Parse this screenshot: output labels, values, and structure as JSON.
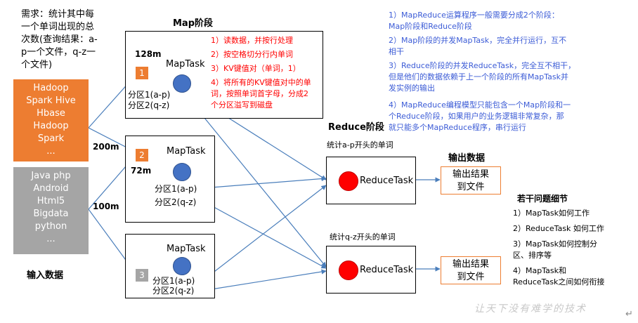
{
  "requirement": {
    "lines": [
      "需求：统计其中每",
      "一个单词出现的总",
      "次数(查询结果：a-",
      "p一个文件，q-z一",
      "个文件)"
    ]
  },
  "input_blocks": {
    "orange_lines": [
      "Hadoop",
      "Spark Hive",
      "Hbase",
      "Hadoop",
      "Spark",
      "..."
    ],
    "gray_lines": [
      "Java php",
      "Android",
      "Html5",
      "Bigdata",
      "python",
      "..."
    ],
    "orange_color": "#ed7d31",
    "gray_color": "#a5a5a5"
  },
  "input_label": "输入数据",
  "map_stage": {
    "title": "Map阶段",
    "sizes": {
      "s128": "128m",
      "s200": "200m",
      "s72": "72m",
      "s100": "100m"
    },
    "tasks": [
      {
        "split": "1",
        "label": "MapTask",
        "partitions": [
          "分区1(a-p)",
          "分区2(q-z)"
        ]
      },
      {
        "split": "2",
        "label": "MapTask",
        "partitions": [
          "分区1(a-p)",
          "分区2(q-z)"
        ]
      },
      {
        "split": "3",
        "label": "MapTask",
        "partitions": [
          "分区1(a-p)",
          "分区2(q-z)"
        ]
      }
    ],
    "notes": [
      "1）读数据，并按行处理",
      "2）按空格切分行内单词",
      "3）KV键值对（单词，1）",
      "4）将所有的KV键值对中的单",
      "词，按照单词首字母，分成2",
      "个分区溢写到磁盘"
    ]
  },
  "reduce_stage": {
    "title": "Reduce阶段",
    "groups": [
      {
        "caption": "统计a-p开头的单词",
        "label": "ReduceTask"
      },
      {
        "caption": "统计q-z开头的单词",
        "label": "ReduceTask"
      }
    ]
  },
  "output": {
    "title": "输出数据",
    "boxes": [
      [
        "输出结果",
        "到文件"
      ],
      [
        "输出结果",
        "到文件"
      ]
    ]
  },
  "description": {
    "lines": [
      "1）MapReduce运算程序一般需要分成2个阶段：",
      "Map阶段和Reduce阶段",
      "2）Map阶段的并发MapTask，完全并行运行，互不",
      "相干",
      "3）Reduce阶段的并发ReduceTask，完全互不相干，",
      "但是他们的数据依赖于上一个阶段的所有MapTask并",
      "发实例的输出",
      "4）MapReduce编程模型只能包含一个Map阶段和一",
      "个Reduce阶段，如果用户的业务逻辑非常复杂，那",
      "就只能多个MapReduce程序，串行运行"
    ]
  },
  "questions": {
    "title": "若干问题细节",
    "lines": [
      "1）MapTask如何工作",
      "2）ReduceTask 如何工作",
      "3）MapTask如何控制分",
      "区、排序等",
      "4）MapTask和",
      "ReduceTask之间如何衔接"
    ]
  },
  "watermark": "让天下没有难学的技术",
  "return_symbol": "↵"
}
